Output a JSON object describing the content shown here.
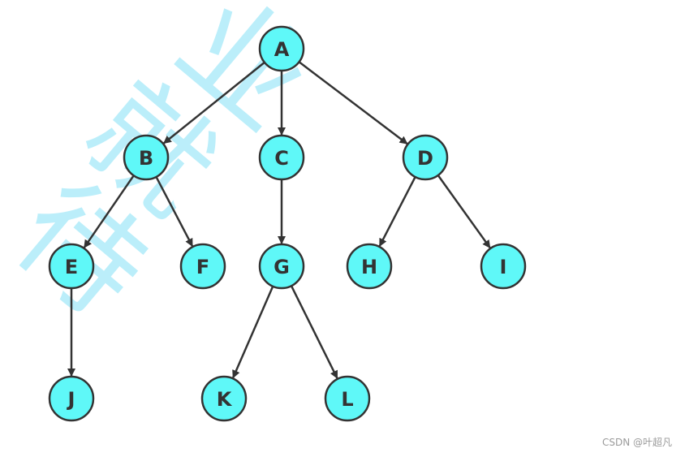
{
  "colors": {
    "node_fill": "#5ff8f8",
    "node_stroke": "#333333",
    "edge": "#333333",
    "watermark": "#8fe4f7",
    "credit": "#9a9a9a"
  },
  "watermark": {
    "chars": [
      "待",
      "就",
      "业"
    ]
  },
  "tree": {
    "nodes": [
      {
        "id": "A",
        "label": "A"
      },
      {
        "id": "B",
        "label": "B"
      },
      {
        "id": "C",
        "label": "C"
      },
      {
        "id": "D",
        "label": "D"
      },
      {
        "id": "E",
        "label": "E"
      },
      {
        "id": "F",
        "label": "F"
      },
      {
        "id": "G",
        "label": "G"
      },
      {
        "id": "H",
        "label": "H"
      },
      {
        "id": "I",
        "label": "I"
      },
      {
        "id": "J",
        "label": "J"
      },
      {
        "id": "K",
        "label": "K"
      },
      {
        "id": "L",
        "label": "L"
      }
    ],
    "edges": [
      {
        "from": "A",
        "to": "B"
      },
      {
        "from": "A",
        "to": "C"
      },
      {
        "from": "A",
        "to": "D"
      },
      {
        "from": "B",
        "to": "E"
      },
      {
        "from": "B",
        "to": "F"
      },
      {
        "from": "C",
        "to": "G"
      },
      {
        "from": "D",
        "to": "H"
      },
      {
        "from": "D",
        "to": "I"
      },
      {
        "from": "E",
        "to": "J"
      },
      {
        "from": "G",
        "to": "K"
      },
      {
        "from": "G",
        "to": "L"
      }
    ]
  },
  "credit": "CSDN @叶超凡"
}
